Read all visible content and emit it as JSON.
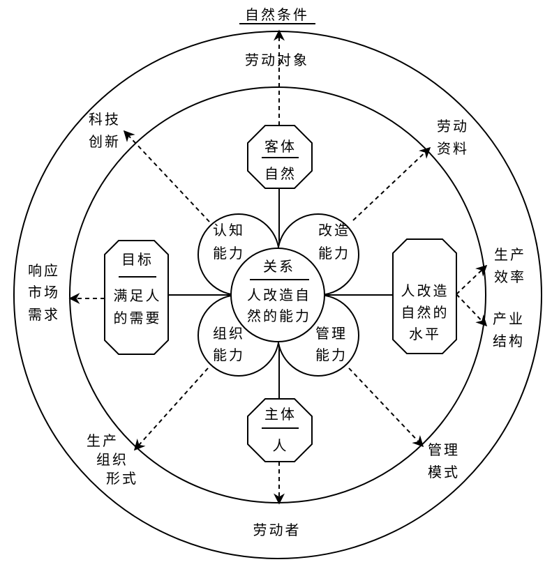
{
  "title": "自然条件",
  "outer_labels": {
    "top": "劳动对象",
    "bottom": "劳动者",
    "left": [
      "响应",
      "市场",
      "需求"
    ],
    "top_left": [
      "科技",
      "创新"
    ],
    "top_right": [
      "劳动",
      "资料"
    ],
    "bottom_left": [
      "生产",
      "组织",
      "形式"
    ],
    "bottom_right": [
      "管理",
      "模式"
    ],
    "right_upper": [
      "生产",
      "效率"
    ],
    "right_lower": [
      "产业",
      "结构"
    ]
  },
  "center": {
    "top": "关系",
    "bottom": [
      "人改造自",
      "然的能力"
    ]
  },
  "petals": {
    "upper_left": [
      "认知",
      "能力"
    ],
    "upper_right": [
      "改造",
      "能力"
    ],
    "lower_left": [
      "组织",
      "能力"
    ],
    "lower_right": [
      "管理",
      "能力"
    ]
  },
  "top_box": {
    "top": "客体",
    "bottom": "自然"
  },
  "bottom_box": {
    "top": "主体",
    "bottom": "人"
  },
  "left_box": {
    "top": "目标",
    "bottom": [
      "满足人",
      "的需要"
    ]
  },
  "right_box": [
    "人改造",
    "自然的",
    "水平"
  ]
}
